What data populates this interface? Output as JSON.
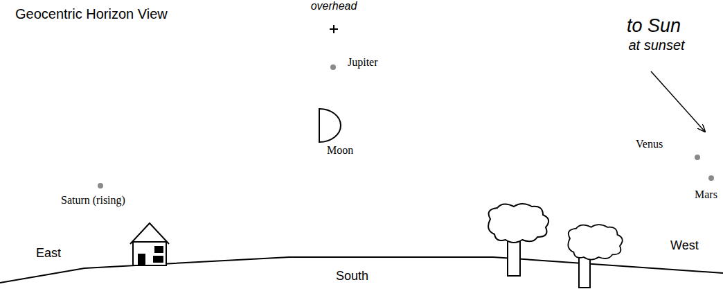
{
  "diagram": {
    "title": "Geocentric Horizon View",
    "labels": [
      "overhead",
      "to Sun",
      "at sunset",
      "Jupiter",
      "Moon",
      "Venus",
      "Mars",
      "Saturn (rising)",
      "East",
      "West",
      "South"
    ]
  }
}
